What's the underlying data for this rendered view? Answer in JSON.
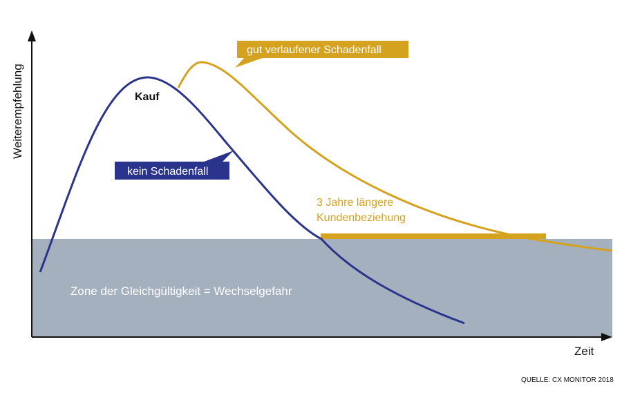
{
  "chart_data": {
    "type": "line",
    "xlabel": "Zeit",
    "ylabel": "Weiterempfehlung",
    "source": "QUELLE: CX MONITOR 2018",
    "zone": {
      "label": "Zone der Gleichgültigkeit = Wechselgefahr",
      "color": "#a4b0be"
    },
    "annotations": {
      "peak": "Kauf",
      "gap_line1": "3 Jahre längere",
      "gap_line2": "Kundenbeziehung"
    },
    "series": [
      {
        "name": "kein Schadenfall",
        "color": "#2b348c"
      },
      {
        "name": "gut verlaufener Schadenfall",
        "color": "#d4a21f"
      }
    ],
    "colors": {
      "axis": "#111111",
      "annotation_text": "#111111",
      "gap_text": "#d4a21f",
      "callout_text": "#ffffff",
      "zone_text": "#ffffff"
    }
  }
}
